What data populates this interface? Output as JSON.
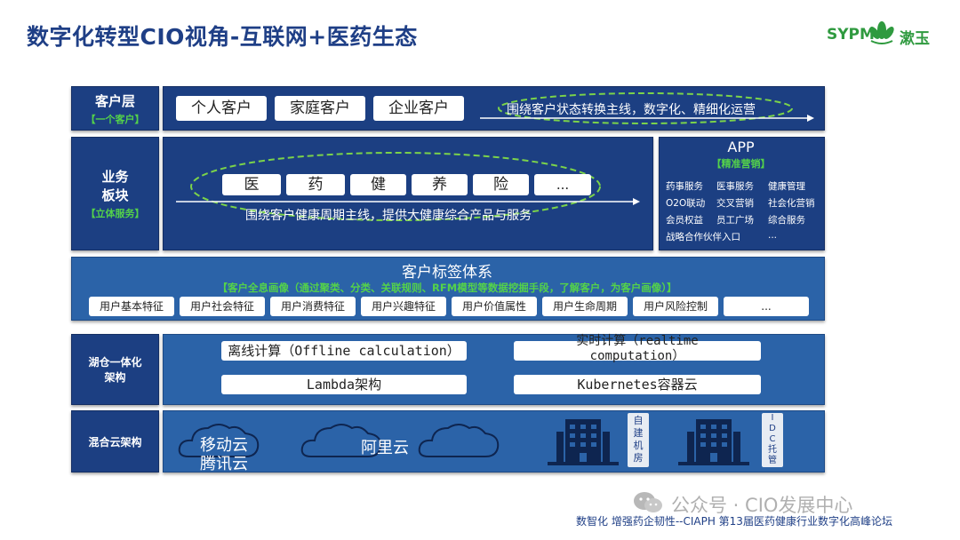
{
  "title": "数字化转型CIO视角-互联网+医药生态",
  "logo": {
    "text": "SYPM",
    "cn": "漱玉"
  },
  "customer_layer": {
    "label": "客户层",
    "sub": "【一个客户】",
    "boxes": [
      "个人客户",
      "家庭客户",
      "企业客户"
    ],
    "mainline": "围绕客户状态转换主线，数字化、精细化运营"
  },
  "business_layer": {
    "label_line1": "业务",
    "label_line2": "板块",
    "sub": "【立体服务】",
    "items": [
      "医",
      "药",
      "健",
      "养",
      "险",
      "..."
    ],
    "mainline": "围绕客户健康周期主线，提供大健康综合产品与服务"
  },
  "app_panel": {
    "title": "APP",
    "sub": "【精准营销】",
    "rows": [
      [
        "药事服务",
        "医事服务",
        "健康管理"
      ],
      [
        "O2O联动",
        "交叉营销",
        "社会化营销"
      ],
      [
        "会员权益",
        "员工广场",
        "综合服务"
      ],
      [
        "战略合作伙伴入口",
        "..."
      ]
    ]
  },
  "tag_system": {
    "title": "客户标签体系",
    "desc": "【客户全息画像（通过聚类、分类、关联规则、RFM模型等数据挖掘手段，了解客户，为客户画像）】",
    "tags": [
      "用户基本特征",
      "用户社会特征",
      "用户消费特征",
      "用户兴趣特征",
      "用户价值属性",
      "用户生命周期",
      "用户风险控制",
      "..."
    ]
  },
  "lakehouse": {
    "label_line1": "湖仓一体化",
    "label_line2": "架构",
    "offline": "离线计算（Offline calculation）",
    "realtime_line1": "实时计算（realtime",
    "realtime_line2": "computation）",
    "lambda": "Lambda架构",
    "kubernetes": "Kubernetes容器云"
  },
  "hybrid_cloud": {
    "label": "混合云架构",
    "cloud1_line1": "移动云",
    "cloud1_line2": "腾讯云",
    "cloud2": "阿里云",
    "dc1": [
      "自",
      "建",
      "机",
      "房"
    ],
    "dc2": [
      "I",
      "D",
      "C",
      "托",
      "管"
    ]
  },
  "watermark": "公众号 · CIO发展中心",
  "footer": "数智化 增强药企韧性--CIAPH 第13届医药健康行业数字化高峰论坛"
}
